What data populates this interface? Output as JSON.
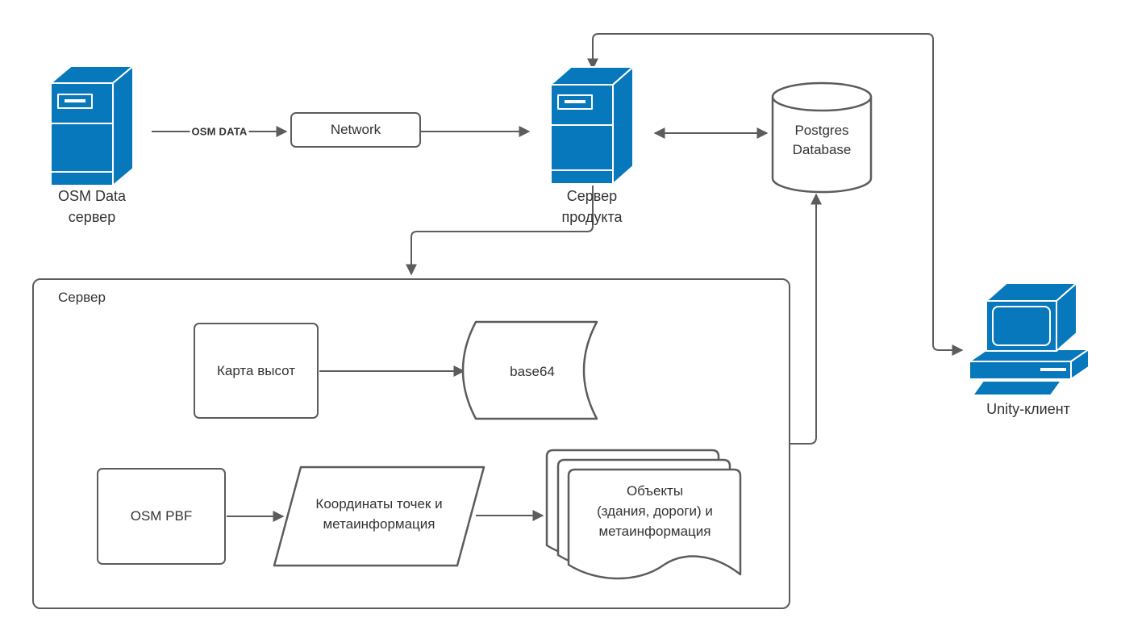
{
  "diagram": {
    "colors": {
      "accent_blue": "#0878bc",
      "line_gray": "#5c5c5c",
      "text": "#333333"
    },
    "nodes": {
      "osm_data_server": {
        "label": "OSM Data\nсервер"
      },
      "network": {
        "label": "Network"
      },
      "product_server": {
        "label": "Сервер\nпродукта"
      },
      "postgres": {
        "label": "Postgres\nDatabase"
      },
      "unity_client": {
        "label": "Unity-клиент"
      },
      "server_container": {
        "label": "Сервер"
      },
      "height_map": {
        "label": "Карта высот"
      },
      "base64": {
        "label": "base64"
      },
      "osm_pbf": {
        "label": "OSM PBF"
      },
      "coordinates": {
        "label": "Координаты точек и\nметаинформация"
      },
      "objects": {
        "label": "Объекты\n(здания, дороги) и\nметаинформация"
      }
    },
    "edges": {
      "osm_data_flow_label": "OSM DATA"
    }
  }
}
